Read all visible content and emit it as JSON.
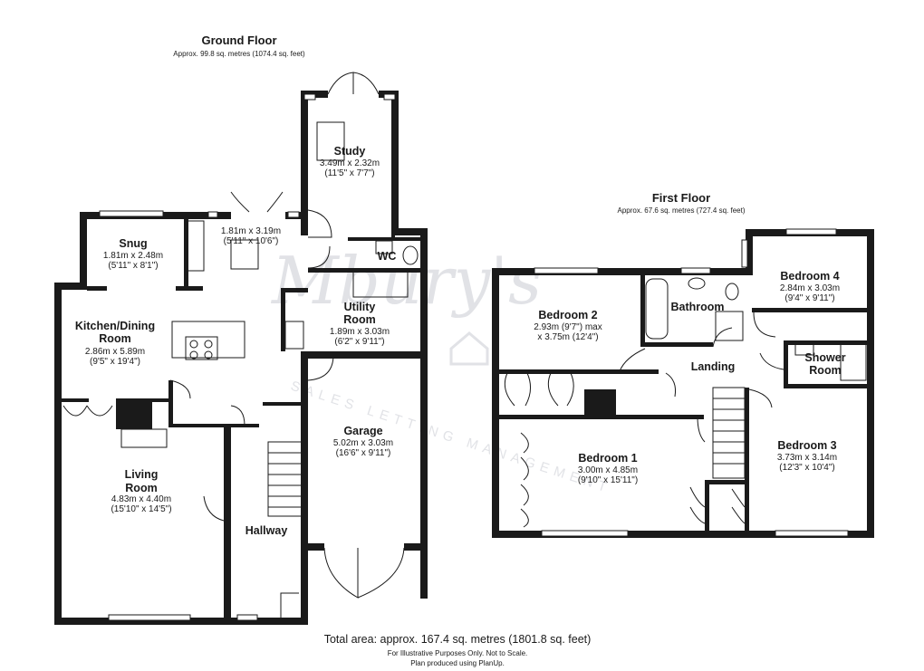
{
  "ground_floor": {
    "title": "Ground Floor",
    "area": "Approx. 99.8 sq. metres (1074.4 sq. feet)",
    "rooms": {
      "study": {
        "name": "Study",
        "dims": "3.49m x 2.32m",
        "imperial": "(11'5\" x 7'7\")"
      },
      "hall_top": {
        "dims": "1.81m x 3.19m",
        "imperial": "(5'11\" x 10'6\")"
      },
      "snug": {
        "name": "Snug",
        "dims": "1.81m x 2.48m",
        "imperial": "(5'11\" x 8'1\")"
      },
      "wc": {
        "name": "WC"
      },
      "kitchen": {
        "name1": "Kitchen/Dining",
        "name2": "Room",
        "dims": "2.86m x 5.89m",
        "imperial": "(9'5\" x 19'4\")"
      },
      "utility": {
        "name1": "Utility",
        "name2": "Room",
        "dims": "1.89m x 3.03m",
        "imperial": "(6'2\" x 9'11\")"
      },
      "garage": {
        "name": "Garage",
        "dims": "5.02m x 3.03m",
        "imperial": "(16'6\" x 9'11\")"
      },
      "living": {
        "name1": "Living",
        "name2": "Room",
        "dims": "4.83m x 4.40m",
        "imperial": "(15'10\" x 14'5\")"
      },
      "hallway": {
        "name": "Hallway"
      }
    }
  },
  "first_floor": {
    "title": "First Floor",
    "area": "Approx. 67.6 sq. metres (727.4 sq. feet)",
    "rooms": {
      "bedroom4": {
        "name": "Bedroom 4",
        "dims": "2.84m x 3.03m",
        "imperial": "(9'4\" x 9'11\")"
      },
      "bathroom": {
        "name": "Bathroom"
      },
      "bedroom2": {
        "name": "Bedroom 2",
        "dims": "2.93m (9'7\") max",
        "imperial": "x 3.75m (12'4\")"
      },
      "shower": {
        "name1": "Shower",
        "name2": "Room"
      },
      "landing": {
        "name": "Landing"
      },
      "bedroom1": {
        "name": "Bedroom 1",
        "dims": "3.00m x 4.85m",
        "imperial": "(9'10\" x 15'11\")"
      },
      "bedroom3": {
        "name": "Bedroom 3",
        "dims": "3.73m x 3.14m",
        "imperial": "(12'3\" x 10'4\")"
      }
    }
  },
  "total_area": "Total area: approx. 167.4 sq. metres (1801.8 sq. feet)",
  "disclaimer1": "For Illustrative Purposes Only. Not to Scale.",
  "disclaimer2": "Plan produced using PlanUp.",
  "watermark": {
    "brand": "Mbury's",
    "tagline": "SALES LETTING MANAGEMENT"
  }
}
